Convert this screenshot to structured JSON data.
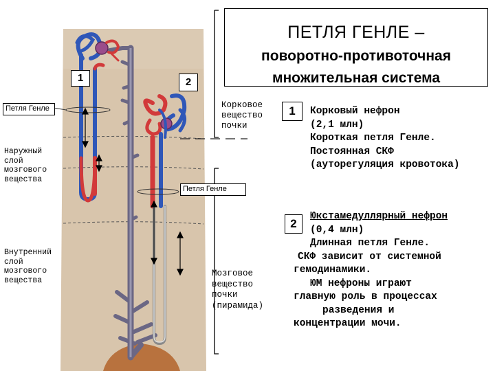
{
  "title": {
    "main": "ПЕТЛЯ ГЕНЛЕ –",
    "sub_line1": "поворотно-противоточная",
    "sub_line2": "множительная система"
  },
  "labels": {
    "loop_left": "Петля Генле",
    "loop_center": "Петля Генле",
    "outer_medulla": [
      "Наружный",
      "слой",
      "мозгового",
      "вещества"
    ],
    "inner_medulla": [
      "Внутренний",
      "слой",
      "мозгового",
      "вещества"
    ],
    "cortex": [
      "Корковое",
      "вещество",
      "почки"
    ],
    "medulla": [
      "Мозговое",
      "вещество",
      "почки",
      "(пирамида)"
    ],
    "nephron1_marker": "1",
    "nephron2_marker": "2"
  },
  "descriptions": {
    "cortical": {
      "number": "1",
      "lines": [
        "Корковый нефрон",
        "(2,1 млн)",
        "Короткая петля Генле.",
        "Постоянная СКФ",
        "(ауторегуляция кровотока)"
      ]
    },
    "juxtamedullary": {
      "number": "2",
      "lines": [
        "Юкстамедуллярный нефрон",
        "(0,4 млн)",
        "Длинная петля Генле.",
        "СКФ зависит от системной",
        "гемодинамики.",
        "ЮМ нефроны играют",
        "главную роль в процессах",
        "разведения и",
        "концентрации мочи."
      ]
    }
  },
  "colors": {
    "tissue": "#d9c6ad",
    "arterial": "#d23a3a",
    "venous": "#2f57b8",
    "duct": "#6e6a86",
    "papilla": "#b9733f"
  }
}
